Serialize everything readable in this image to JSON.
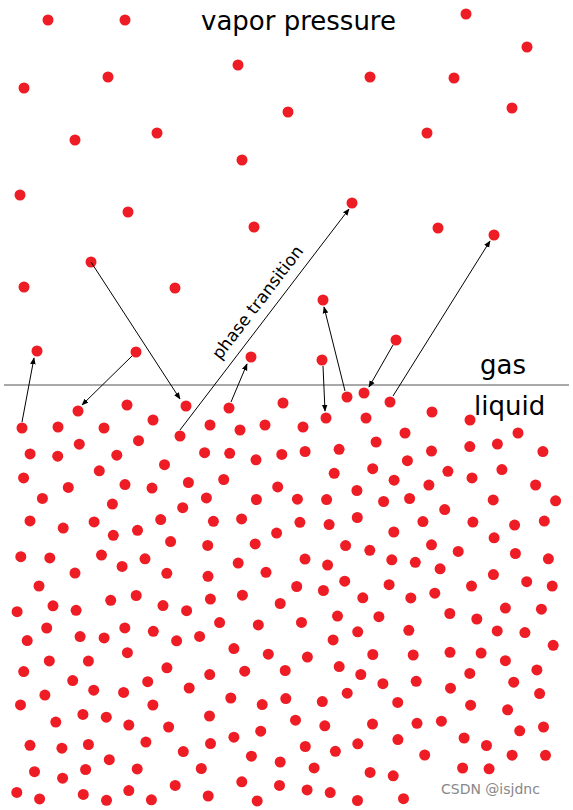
{
  "diagram": {
    "title": "vapor pressure",
    "labels": [
      "gas",
      "liquid",
      "phase transition",
      "CSDN @isjdnc"
    ]
  }
}
